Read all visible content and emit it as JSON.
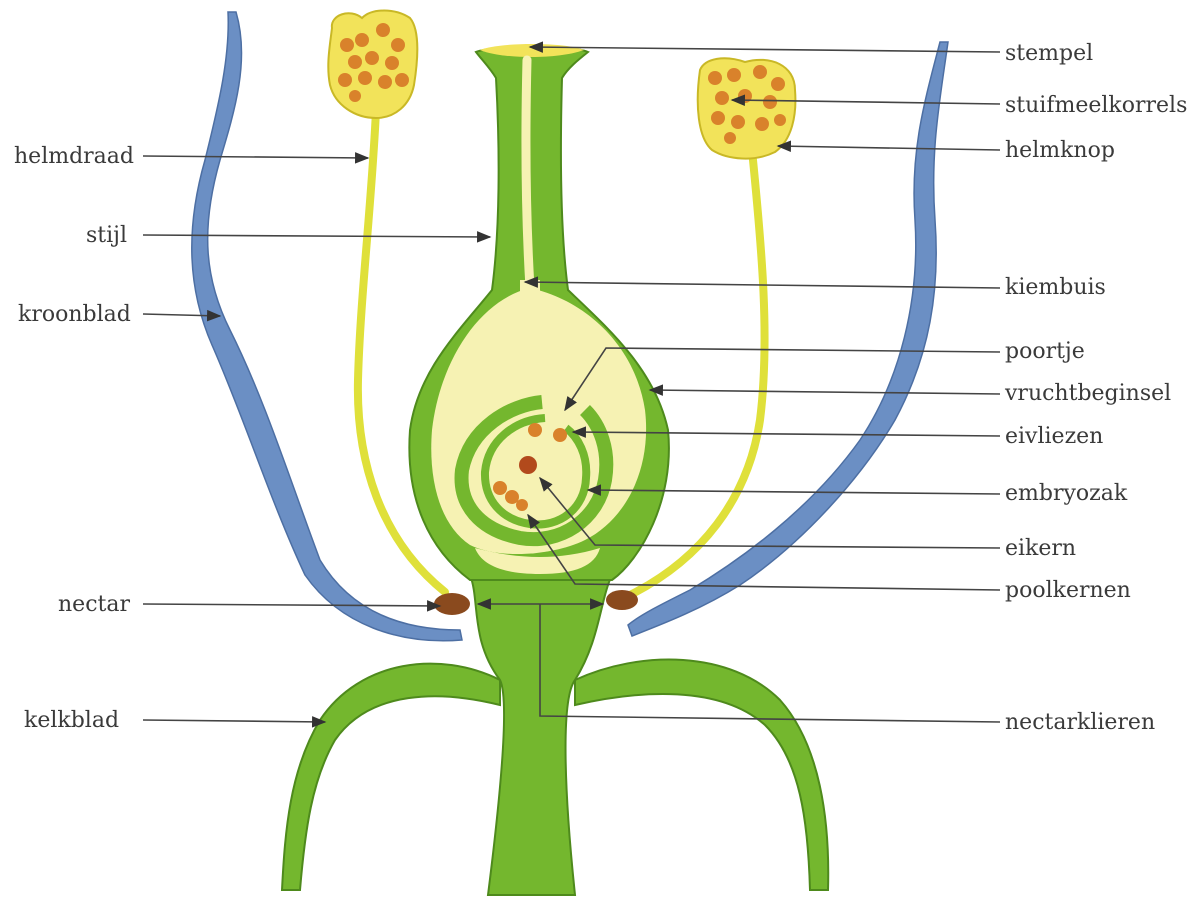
{
  "colors": {
    "green": "#74b72e",
    "green_dark": "#4e8a1c",
    "yellow_pale": "#f6f2b3",
    "filament_yellow": "#dfe03a",
    "anther_yellow": "#f2e35a",
    "pollen": "#d9822b",
    "petal_blue": "#6b8fc4",
    "nectar_brown": "#8a4a1e",
    "label_text": "#3a3a3a"
  },
  "labels": {
    "stempel": "stempel",
    "stuifmeelkorrels": "stuifmeelkorrels",
    "helmknop": "helmknop",
    "kiembuis": "kiembuis",
    "poortje": "poortje",
    "vruchtbeginsel": "vruchtbeginsel",
    "eivliezen": "eivliezen",
    "embryozak": "embryozak",
    "eikern": "eikern",
    "poolkernen": "poolkernen",
    "nectarklieren": "nectarklieren",
    "helmdraad": "helmdraad",
    "stijl": "stijl",
    "kroonblad": "kroonblad",
    "nectar": "nectar",
    "kelkblad": "kelkblad"
  },
  "icons": {
    "arrowhead": "arrowhead-icon"
  }
}
